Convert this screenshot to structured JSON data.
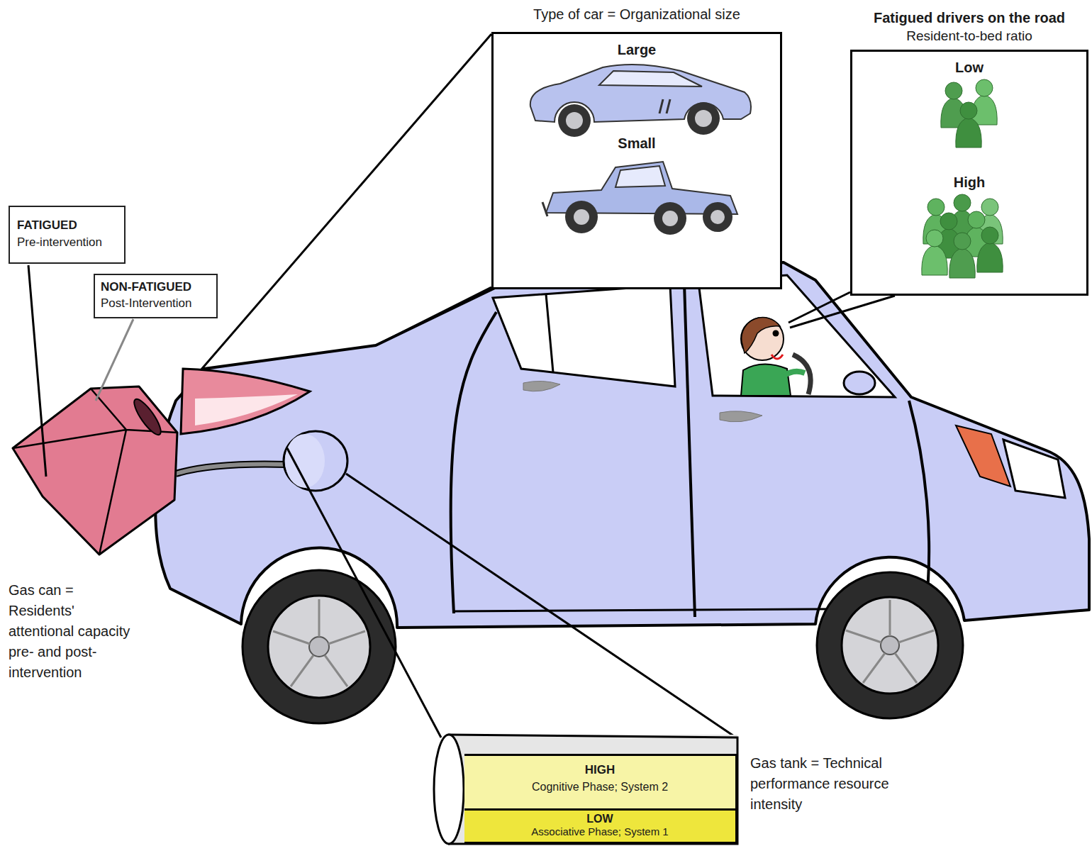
{
  "diagram": {
    "nodes": [
      {
        "text": [
          "Type of car = Organizational size",
          "Large",
          "Small"
        ]
      },
      {
        "text": [
          "Fatigued drivers on the road",
          "Resident-to-bed ratio",
          "Low",
          "High"
        ]
      },
      {
        "text": [
          "FATIGUED",
          "Pre-intervention"
        ]
      },
      {
        "text": [
          "NON-FATIGUED",
          "Post-Intervention"
        ]
      },
      {
        "text": [
          "HIGH",
          "Cognitive Phase; System 2"
        ]
      },
      {
        "text": [
          "LOW",
          "Associative Phase; System 1"
        ]
      }
    ],
    "labels": [
      "Gas can = Residents' attentional capacity pre- and post-intervention",
      "Gas tank = Technical performance resource intensity"
    ]
  }
}
